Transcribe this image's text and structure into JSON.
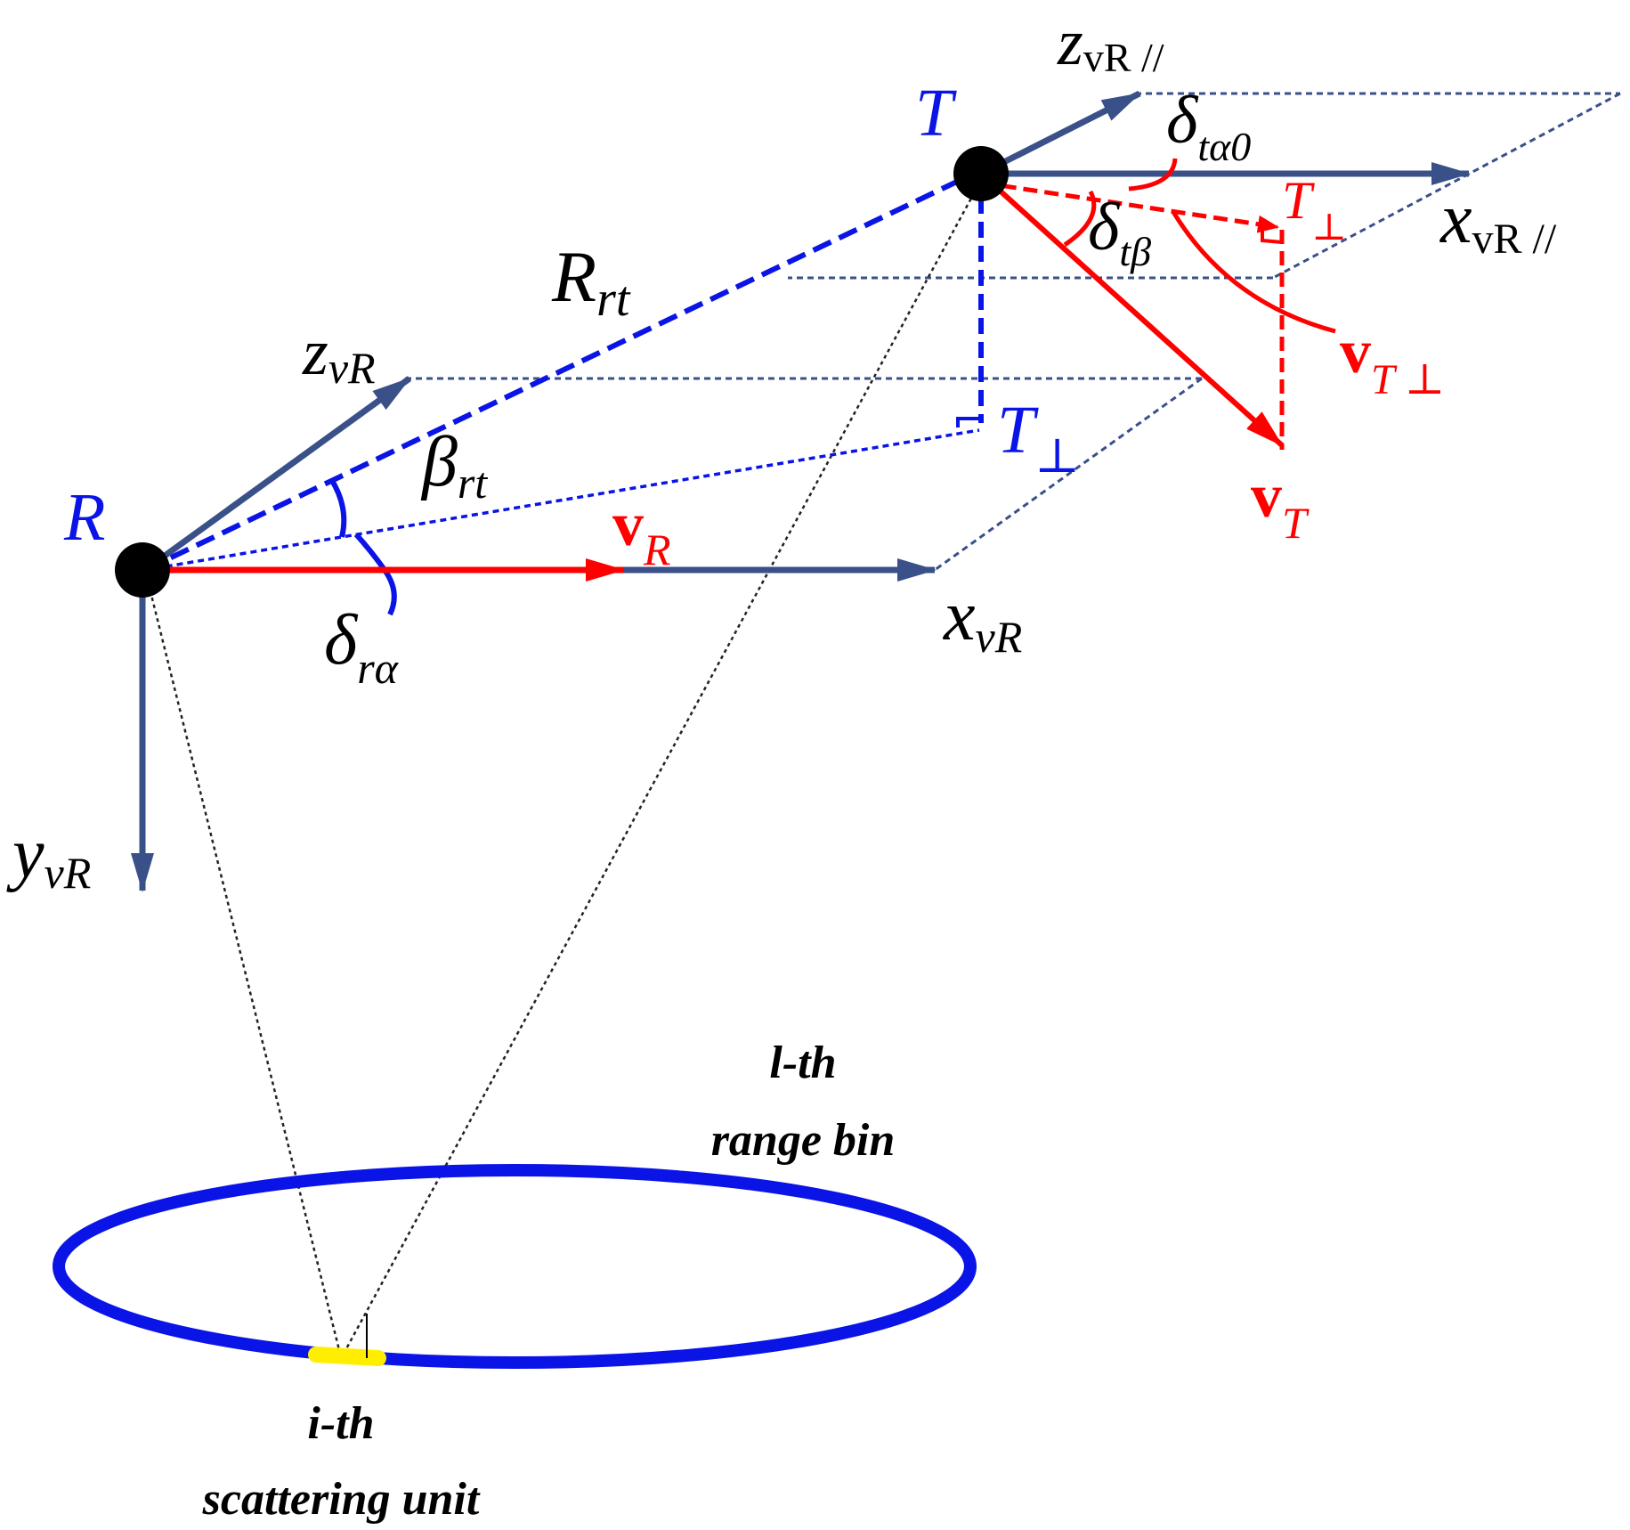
{
  "colors": {
    "axis": "#3a5088",
    "red": "#ff0000",
    "blue": "#0a14e6",
    "black": "#000000",
    "highlight": "#ffee00"
  },
  "points": {
    "R": "R",
    "T": "T"
  },
  "axes": {
    "zvR": {
      "base": "z",
      "sub": "vR"
    },
    "xvR": {
      "base": "x",
      "sub": "vR"
    },
    "yvR": {
      "base": "y",
      "sub": "vR"
    },
    "zvRpar": {
      "base": "z",
      "sub": "vR //"
    },
    "xvRpar": {
      "base": "x",
      "sub": "vR //"
    }
  },
  "labels": {
    "Rrt": {
      "base": "R",
      "sub": "rt"
    },
    "beta_rt": {
      "base": "β",
      "sub": "rt"
    },
    "delta_ralpha": {
      "base": "δ",
      "sub": "rα"
    },
    "delta_talpha0": {
      "base": "δ",
      "sub": "tα0"
    },
    "delta_tbeta": {
      "base": "δ",
      "sub": "tβ"
    },
    "T_perp_blue": {
      "base": "T",
      "sub": "⊥"
    },
    "T_perp_red": {
      "base": "T",
      "sub": "⊥"
    },
    "vR": {
      "base": "v",
      "sub": "R"
    },
    "vT": {
      "base": "v",
      "sub": "T"
    },
    "vTperp": {
      "base": "v",
      "sub": "T ⊥"
    }
  },
  "captions": {
    "range_bin": [
      "l-th",
      "range bin"
    ],
    "scattering_unit": [
      "i-th",
      "scattering unit"
    ]
  }
}
